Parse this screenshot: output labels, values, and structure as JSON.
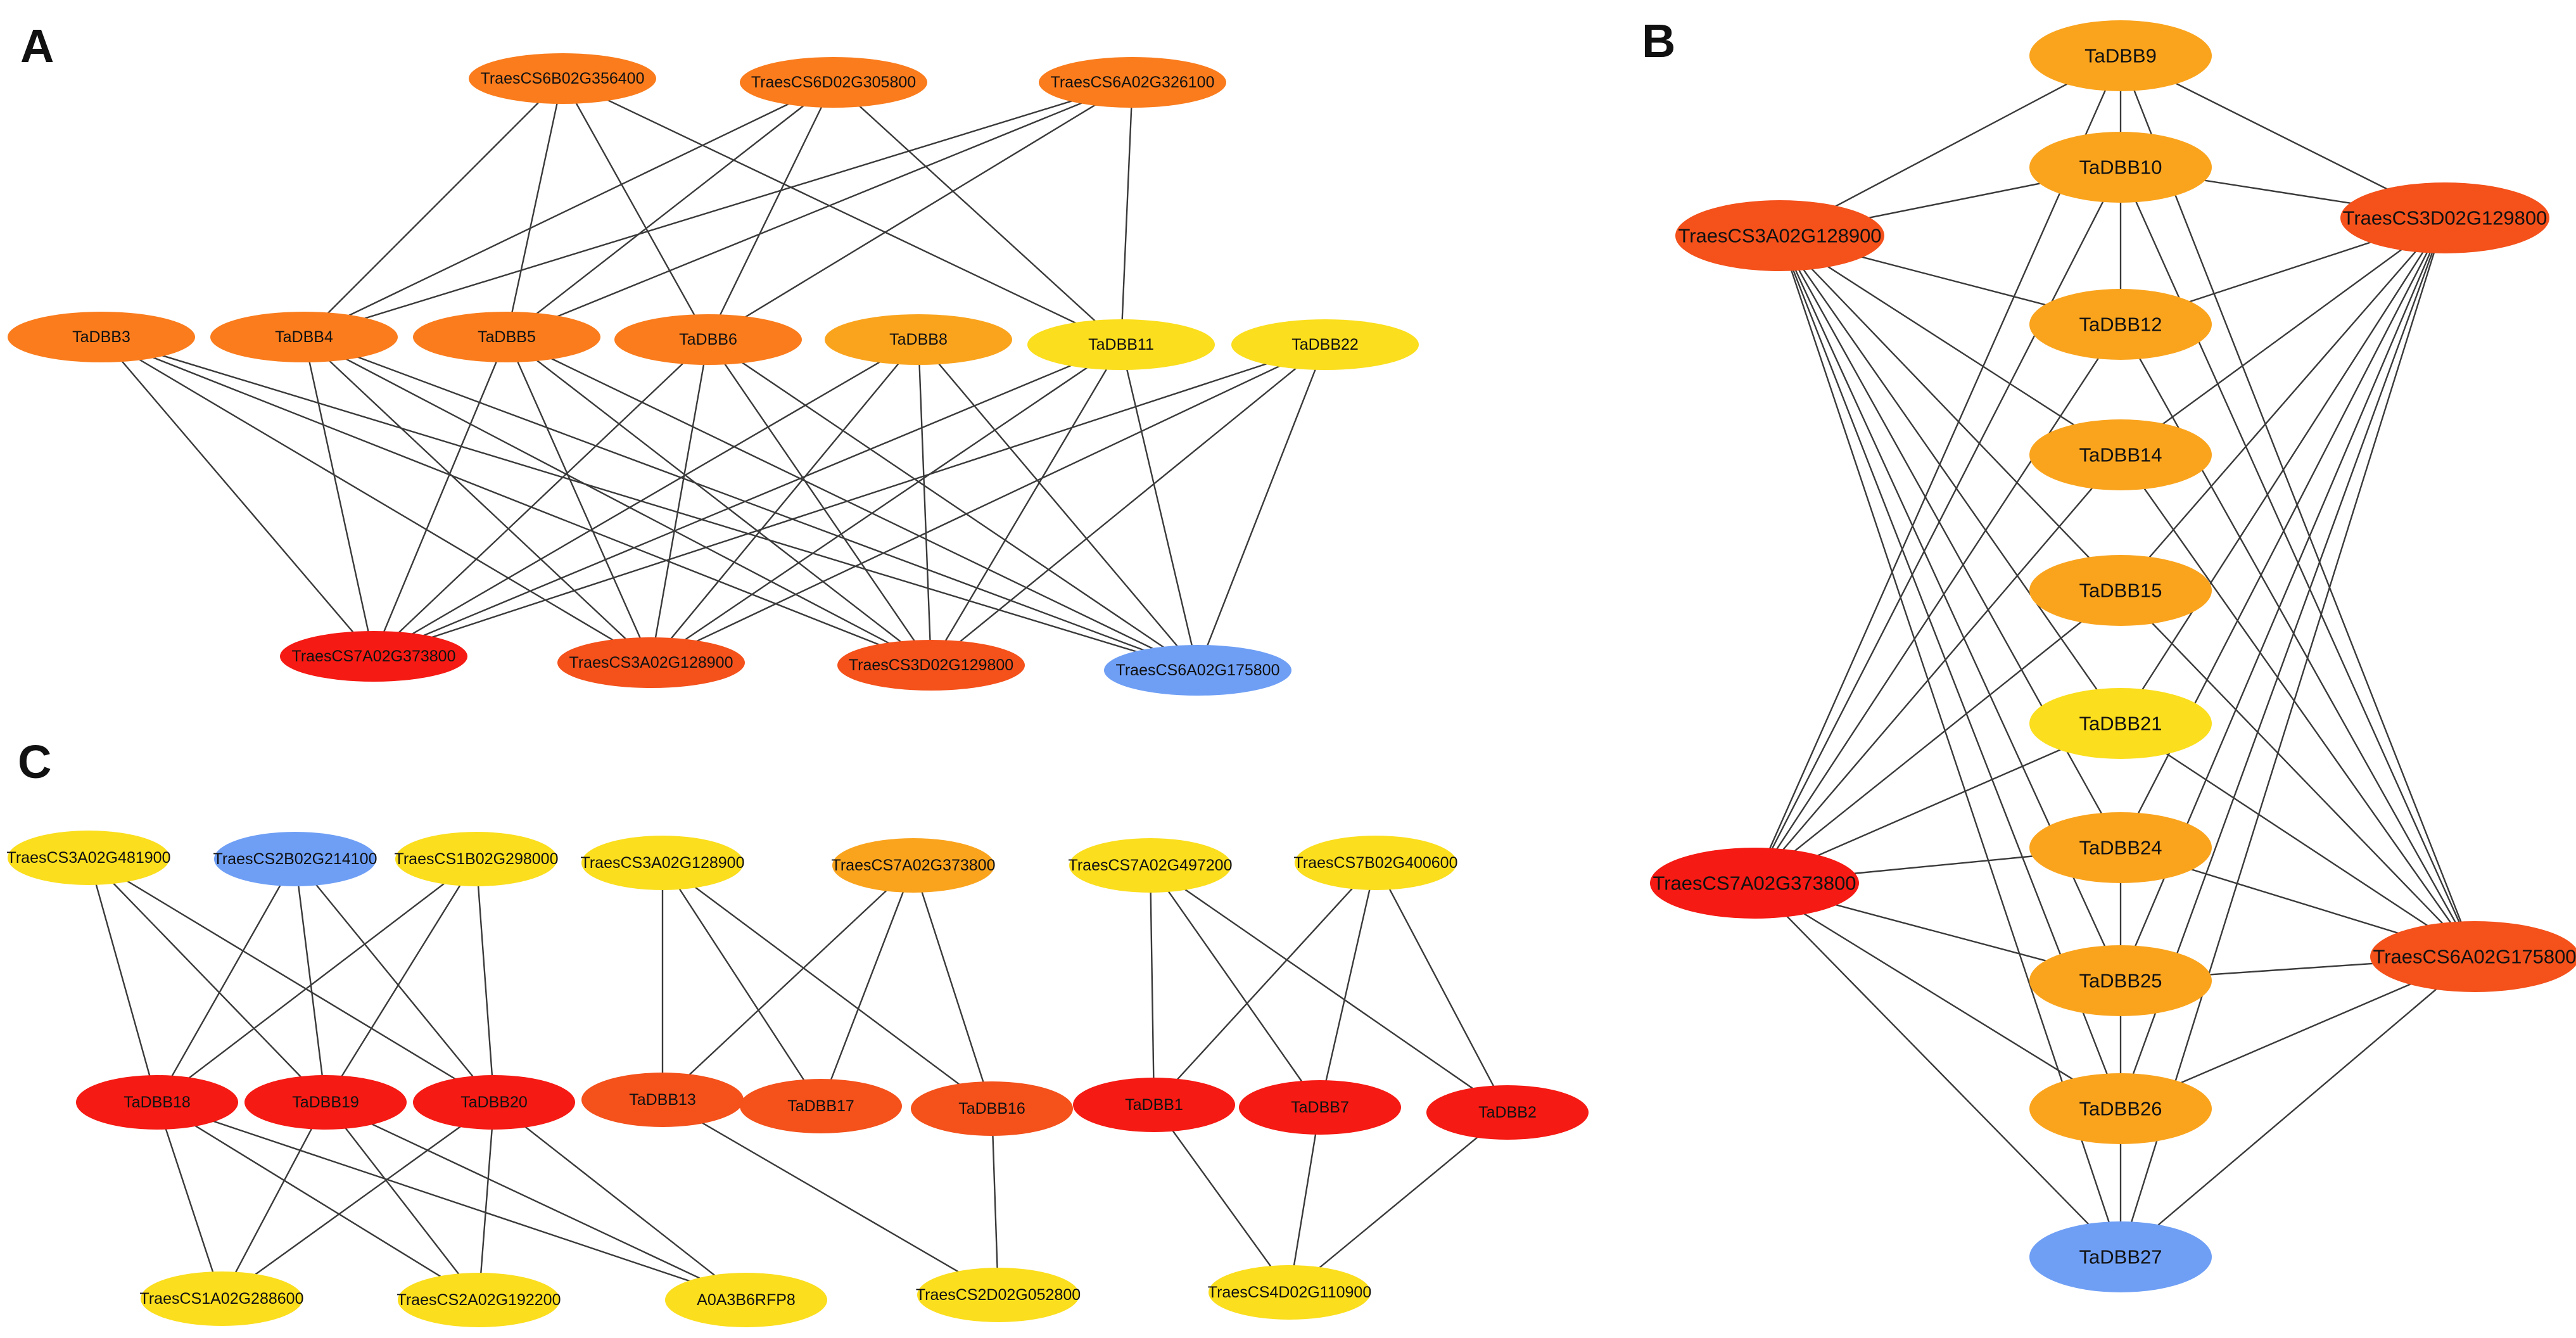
{
  "colors": {
    "red": "#f51a13",
    "red_orange": "#f4511b",
    "orange": "#fa7c1d",
    "light_orange": "#faa41e",
    "yellow": "#fbde1e",
    "blue": "#6f9ff5",
    "edge": "#3a3a3a"
  },
  "panels": [
    {
      "label": "A",
      "nodes": [
        {
          "id": "A_356400",
          "label": "TraesCS6B02G356400",
          "color": "orange"
        },
        {
          "id": "A_305800",
          "label": "TraesCS6D02G305800",
          "color": "orange"
        },
        {
          "id": "A_326100",
          "label": "TraesCS6A02G326100",
          "color": "orange"
        },
        {
          "id": "A_DBB3",
          "label": "TaDBB3",
          "color": "orange"
        },
        {
          "id": "A_DBB4",
          "label": "TaDBB4",
          "color": "orange"
        },
        {
          "id": "A_DBB5",
          "label": "TaDBB5",
          "color": "orange"
        },
        {
          "id": "A_DBB6",
          "label": "TaDBB6",
          "color": "orange"
        },
        {
          "id": "A_DBB8",
          "label": "TaDBB8",
          "color": "light_orange"
        },
        {
          "id": "A_DBB11",
          "label": "TaDBB11",
          "color": "yellow"
        },
        {
          "id": "A_DBB22",
          "label": "TaDBB22",
          "color": "yellow"
        },
        {
          "id": "A_373800",
          "label": "TraesCS7A02G373800",
          "color": "red"
        },
        {
          "id": "A_128900",
          "label": "TraesCS3A02G128900",
          "color": "red_orange"
        },
        {
          "id": "A_129800",
          "label": "TraesCS3D02G129800",
          "color": "red_orange"
        },
        {
          "id": "A_175800",
          "label": "TraesCS6A02G175800",
          "color": "blue"
        }
      ],
      "edges": [
        [
          "A_356400",
          "A_DBB4"
        ],
        [
          "A_356400",
          "A_DBB5"
        ],
        [
          "A_356400",
          "A_DBB6"
        ],
        [
          "A_356400",
          "A_DBB11"
        ],
        [
          "A_305800",
          "A_DBB4"
        ],
        [
          "A_305800",
          "A_DBB5"
        ],
        [
          "A_305800",
          "A_DBB6"
        ],
        [
          "A_305800",
          "A_DBB11"
        ],
        [
          "A_326100",
          "A_DBB4"
        ],
        [
          "A_326100",
          "A_DBB5"
        ],
        [
          "A_326100",
          "A_DBB6"
        ],
        [
          "A_326100",
          "A_DBB11"
        ],
        [
          "A_DBB3",
          "A_373800"
        ],
        [
          "A_DBB3",
          "A_128900"
        ],
        [
          "A_DBB3",
          "A_129800"
        ],
        [
          "A_DBB3",
          "A_175800"
        ],
        [
          "A_DBB4",
          "A_373800"
        ],
        [
          "A_DBB4",
          "A_128900"
        ],
        [
          "A_DBB4",
          "A_129800"
        ],
        [
          "A_DBB4",
          "A_175800"
        ],
        [
          "A_DBB5",
          "A_373800"
        ],
        [
          "A_DBB5",
          "A_128900"
        ],
        [
          "A_DBB5",
          "A_129800"
        ],
        [
          "A_DBB5",
          "A_175800"
        ],
        [
          "A_DBB6",
          "A_373800"
        ],
        [
          "A_DBB6",
          "A_128900"
        ],
        [
          "A_DBB6",
          "A_129800"
        ],
        [
          "A_DBB6",
          "A_175800"
        ],
        [
          "A_DBB8",
          "A_373800"
        ],
        [
          "A_DBB8",
          "A_128900"
        ],
        [
          "A_DBB8",
          "A_129800"
        ],
        [
          "A_DBB8",
          "A_175800"
        ],
        [
          "A_DBB11",
          "A_373800"
        ],
        [
          "A_DBB11",
          "A_128900"
        ],
        [
          "A_DBB11",
          "A_129800"
        ],
        [
          "A_DBB11",
          "A_175800"
        ],
        [
          "A_DBB22",
          "A_373800"
        ],
        [
          "A_DBB22",
          "A_128900"
        ],
        [
          "A_DBB22",
          "A_129800"
        ],
        [
          "A_DBB22",
          "A_175800"
        ]
      ]
    },
    {
      "label": "B",
      "nodes": [
        {
          "id": "B_DBB9",
          "label": "TaDBB9",
          "color": "light_orange"
        },
        {
          "id": "B_DBB10",
          "label": "TaDBB10",
          "color": "light_orange"
        },
        {
          "id": "B_128900",
          "label": "TraesCS3A02G128900",
          "color": "red_orange"
        },
        {
          "id": "B_129800",
          "label": "TraesCS3D02G129800",
          "color": "red_orange"
        },
        {
          "id": "B_DBB12",
          "label": "TaDBB12",
          "color": "light_orange"
        },
        {
          "id": "B_DBB14",
          "label": "TaDBB14",
          "color": "light_orange"
        },
        {
          "id": "B_DBB15",
          "label": "TaDBB15",
          "color": "light_orange"
        },
        {
          "id": "B_DBB21",
          "label": "TaDBB21",
          "color": "yellow"
        },
        {
          "id": "B_DBB24",
          "label": "TaDBB24",
          "color": "light_orange"
        },
        {
          "id": "B_373800",
          "label": "TraesCS7A02G373800",
          "color": "red"
        },
        {
          "id": "B_175800",
          "label": "TraesCS6A02G175800",
          "color": "red_orange"
        },
        {
          "id": "B_DBB25",
          "label": "TaDBB25",
          "color": "light_orange"
        },
        {
          "id": "B_DBB26",
          "label": "TaDBB26",
          "color": "light_orange"
        },
        {
          "id": "B_DBB27",
          "label": "TaDBB27",
          "color": "blue"
        }
      ],
      "edges": [
        [
          "B_128900",
          "B_DBB9"
        ],
        [
          "B_128900",
          "B_DBB10"
        ],
        [
          "B_128900",
          "B_DBB12"
        ],
        [
          "B_128900",
          "B_DBB14"
        ],
        [
          "B_128900",
          "B_DBB15"
        ],
        [
          "B_128900",
          "B_DBB21"
        ],
        [
          "B_128900",
          "B_DBB24"
        ],
        [
          "B_128900",
          "B_DBB25"
        ],
        [
          "B_128900",
          "B_DBB26"
        ],
        [
          "B_128900",
          "B_DBB27"
        ],
        [
          "B_129800",
          "B_DBB9"
        ],
        [
          "B_129800",
          "B_DBB10"
        ],
        [
          "B_129800",
          "B_DBB12"
        ],
        [
          "B_129800",
          "B_DBB14"
        ],
        [
          "B_129800",
          "B_DBB15"
        ],
        [
          "B_129800",
          "B_DBB21"
        ],
        [
          "B_129800",
          "B_DBB24"
        ],
        [
          "B_129800",
          "B_DBB25"
        ],
        [
          "B_129800",
          "B_DBB26"
        ],
        [
          "B_129800",
          "B_DBB27"
        ],
        [
          "B_373800",
          "B_DBB9"
        ],
        [
          "B_373800",
          "B_DBB10"
        ],
        [
          "B_373800",
          "B_DBB12"
        ],
        [
          "B_373800",
          "B_DBB14"
        ],
        [
          "B_373800",
          "B_DBB15"
        ],
        [
          "B_373800",
          "B_DBB21"
        ],
        [
          "B_373800",
          "B_DBB24"
        ],
        [
          "B_373800",
          "B_DBB25"
        ],
        [
          "B_373800",
          "B_DBB26"
        ],
        [
          "B_373800",
          "B_DBB27"
        ],
        [
          "B_175800",
          "B_DBB9"
        ],
        [
          "B_175800",
          "B_DBB10"
        ],
        [
          "B_175800",
          "B_DBB12"
        ],
        [
          "B_175800",
          "B_DBB14"
        ],
        [
          "B_175800",
          "B_DBB15"
        ],
        [
          "B_175800",
          "B_DBB21"
        ],
        [
          "B_175800",
          "B_DBB24"
        ],
        [
          "B_175800",
          "B_DBB25"
        ],
        [
          "B_175800",
          "B_DBB26"
        ],
        [
          "B_175800",
          "B_DBB27"
        ],
        [
          "B_DBB9",
          "B_DBB10"
        ],
        [
          "B_DBB10",
          "B_DBB12"
        ],
        [
          "B_DBB24",
          "B_DBB25"
        ],
        [
          "B_DBB25",
          "B_DBB26"
        ],
        [
          "B_DBB26",
          "B_DBB27"
        ]
      ]
    },
    {
      "label": "C",
      "nodes": [
        {
          "id": "C_481900",
          "label": "TraesCS3A02G481900",
          "color": "yellow"
        },
        {
          "id": "C_214100",
          "label": "TraesCS2B02G214100",
          "color": "blue"
        },
        {
          "id": "C_298000",
          "label": "TraesCS1B02G298000",
          "color": "yellow"
        },
        {
          "id": "C_3A128900",
          "label": "TraesCS3A02G128900",
          "color": "yellow"
        },
        {
          "id": "C_373800",
          "label": "TraesCS7A02G373800",
          "color": "light_orange"
        },
        {
          "id": "C_497200",
          "label": "TraesCS7A02G497200",
          "color": "yellow"
        },
        {
          "id": "C_400600",
          "label": "TraesCS7B02G400600",
          "color": "yellow"
        },
        {
          "id": "C_DBB18",
          "label": "TaDBB18",
          "color": "red"
        },
        {
          "id": "C_DBB19",
          "label": "TaDBB19",
          "color": "red"
        },
        {
          "id": "C_DBB20",
          "label": "TaDBB20",
          "color": "red"
        },
        {
          "id": "C_DBB13",
          "label": "TaDBB13",
          "color": "red_orange"
        },
        {
          "id": "C_DBB17",
          "label": "TaDBB17",
          "color": "red_orange"
        },
        {
          "id": "C_DBB16",
          "label": "TaDBB16",
          "color": "red_orange"
        },
        {
          "id": "C_DBB1",
          "label": "TaDBB1",
          "color": "red"
        },
        {
          "id": "C_DBB7",
          "label": "TaDBB7",
          "color": "red"
        },
        {
          "id": "C_DBB2",
          "label": "TaDBB2",
          "color": "red"
        },
        {
          "id": "C_288600",
          "label": "TraesCS1A02G288600",
          "color": "yellow"
        },
        {
          "id": "C_192200",
          "label": "TraesCS2A02G192200",
          "color": "yellow"
        },
        {
          "id": "C_A0A3B6",
          "label": "A0A3B6RFP8",
          "color": "yellow"
        },
        {
          "id": "C_052800",
          "label": "TraesCS2D02G052800",
          "color": "yellow"
        },
        {
          "id": "C_110900",
          "label": "TraesCS4D02G110900",
          "color": "yellow"
        }
      ],
      "edges": [
        [
          "C_481900",
          "C_DBB18"
        ],
        [
          "C_481900",
          "C_DBB19"
        ],
        [
          "C_481900",
          "C_DBB20"
        ],
        [
          "C_214100",
          "C_DBB18"
        ],
        [
          "C_214100",
          "C_DBB19"
        ],
        [
          "C_214100",
          "C_DBB20"
        ],
        [
          "C_298000",
          "C_DBB18"
        ],
        [
          "C_298000",
          "C_DBB19"
        ],
        [
          "C_298000",
          "C_DBB20"
        ],
        [
          "C_DBB18",
          "C_288600"
        ],
        [
          "C_DBB18",
          "C_192200"
        ],
        [
          "C_DBB18",
          "C_A0A3B6"
        ],
        [
          "C_DBB19",
          "C_288600"
        ],
        [
          "C_DBB19",
          "C_192200"
        ],
        [
          "C_DBB19",
          "C_A0A3B6"
        ],
        [
          "C_DBB20",
          "C_288600"
        ],
        [
          "C_DBB20",
          "C_192200"
        ],
        [
          "C_DBB20",
          "C_A0A3B6"
        ],
        [
          "C_3A128900",
          "C_DBB13"
        ],
        [
          "C_3A128900",
          "C_DBB17"
        ],
        [
          "C_3A128900",
          "C_DBB16"
        ],
        [
          "C_373800",
          "C_DBB13"
        ],
        [
          "C_373800",
          "C_DBB17"
        ],
        [
          "C_373800",
          "C_DBB16"
        ],
        [
          "C_DBB13",
          "C_052800"
        ],
        [
          "C_DBB16",
          "C_052800"
        ],
        [
          "C_497200",
          "C_DBB1"
        ],
        [
          "C_497200",
          "C_DBB7"
        ],
        [
          "C_497200",
          "C_DBB2"
        ],
        [
          "C_400600",
          "C_DBB1"
        ],
        [
          "C_400600",
          "C_DBB7"
        ],
        [
          "C_400600",
          "C_DBB2"
        ],
        [
          "C_DBB1",
          "C_110900"
        ],
        [
          "C_DBB7",
          "C_110900"
        ],
        [
          "C_DBB2",
          "C_110900"
        ]
      ]
    }
  ]
}
